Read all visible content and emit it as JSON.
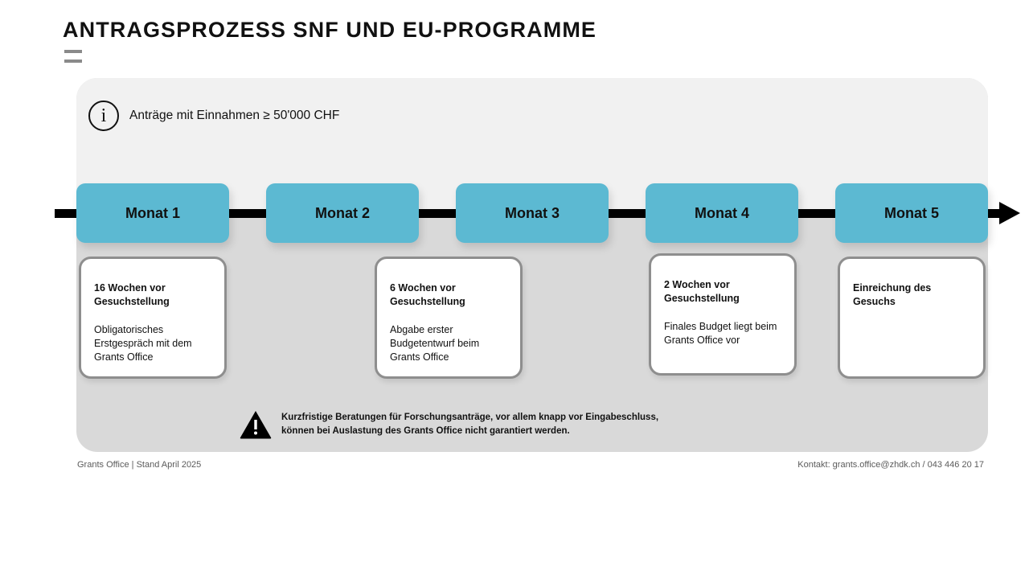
{
  "page": {
    "title": "ANTRAGSPROZESS SNF UND EU-PROGRAMME"
  },
  "info": {
    "icon": "info-circle-icon",
    "text": "Anträge mit Einnahmen ≥ 50'000 CHF"
  },
  "timeline": {
    "arrow_icon": "right-arrow-icon",
    "months": [
      {
        "label": "Monat 1"
      },
      {
        "label": "Monat 2"
      },
      {
        "label": "Monat 3"
      },
      {
        "label": "Monat 4"
      },
      {
        "label": "Monat 5"
      }
    ]
  },
  "steps": [
    {
      "title": "16 Wochen vor\nGesuchstellung",
      "body": "Obligatorisches\nErstgespräch mit dem\nGrants Office"
    },
    {
      "title": "6 Wochen vor\nGesuchstellung",
      "body": "Abgabe erster\nBudgetentwurf beim\nGrants Office"
    },
    {
      "title": "2 Wochen vor\nGesuchstellung",
      "body": "Finales Budget liegt beim\nGrants Office vor"
    },
    {
      "title": "Einreichung des\nGesuchs",
      "body": ""
    }
  ],
  "warning": {
    "icon": "warning-triangle-icon",
    "text": "Kurzfristige Beratungen für Forschungsanträge, vor allem knapp vor Eingabeschluss,\nkönnen bei Auslastung des Grants Office nicht garantiert werden."
  },
  "footer": {
    "left": "Grants Office | Stand April 2025",
    "right": "Kontakt: grants.office@zhdk.ch / 043 446 20 17"
  },
  "colors": {
    "month_box": "#5cb9d2",
    "panel_top": "#f1f1f1",
    "panel_bottom": "#d9d9d9",
    "card_border": "#8e8e8e",
    "arrow": "#000000"
  }
}
